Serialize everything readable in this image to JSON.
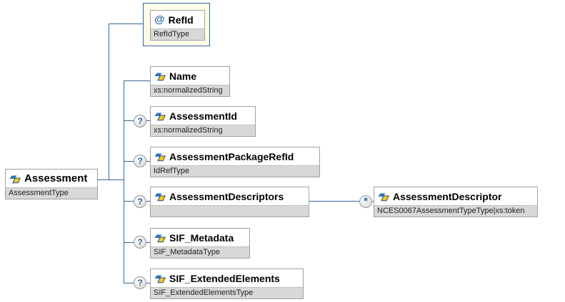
{
  "diagram": {
    "root": {
      "name": "Assessment",
      "type": "AssessmentType"
    },
    "attribute": {
      "glyph": "@",
      "name": "RefId",
      "type": "RefIdType"
    },
    "children": [
      {
        "name": "Name",
        "type": "xs:normalizedString",
        "occurrence": ""
      },
      {
        "name": "AssessmentId",
        "type": "xs:normalizedString",
        "occurrence": "?"
      },
      {
        "name": "AssessmentPackageRefId",
        "type": "IdRefType",
        "occurrence": "?"
      },
      {
        "name": "AssessmentDescriptors",
        "type": "",
        "occurrence": "?"
      },
      {
        "name": "SIF_Metadata",
        "type": "SIF_MetadataType",
        "occurrence": "?"
      },
      {
        "name": "SIF_ExtendedElements",
        "type": "SIF_ExtendedElementsType",
        "occurrence": "?"
      }
    ],
    "grandchild": {
      "name": "AssessmentDescriptor",
      "type": "NCES0067AssessmentTypeType|xs:token",
      "occurrence": "*"
    },
    "colors": {
      "connector": "#336699",
      "box_border": "#a0a0a0",
      "type_row_bg": "#d8d8d8",
      "attribute_container_bg": "#fffce8",
      "icon_blue": "#2e75b6",
      "icon_yellow": "#f5c81c"
    }
  }
}
